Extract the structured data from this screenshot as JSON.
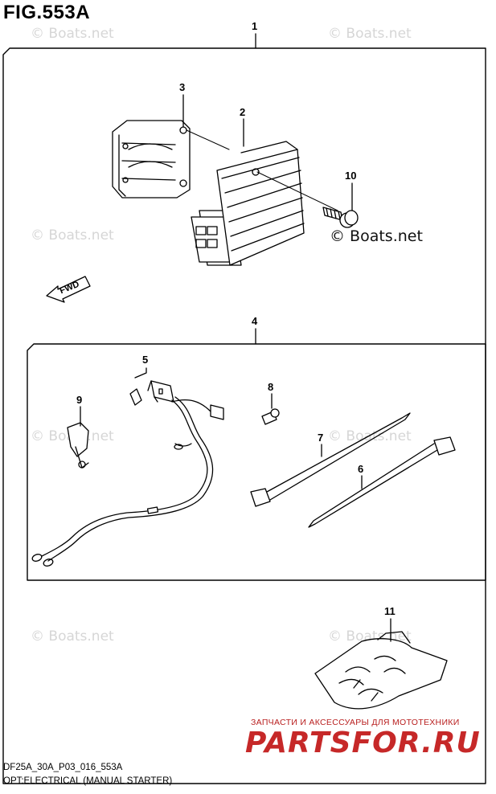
{
  "figure": {
    "title": "FIG.553A",
    "code": "DF25A_30A_P03_016_553A",
    "caption": "OPT:ELECTRICAL (MANUAL STARTER)"
  },
  "watermark": {
    "text": "© Boats.net"
  },
  "direction_label": "FWD",
  "callouts": {
    "c1": "1",
    "c2": "2",
    "c3": "3",
    "c4": "4",
    "c5": "5",
    "c6": "6",
    "c7": "7",
    "c8": "8",
    "c9": "9",
    "c10": "10",
    "c11": "11"
  },
  "stamp": {
    "subtitle": "ЗАПЧАСТИ И АКСЕССУАРЫ ДЛЯ МОТОТЕХНИКИ",
    "logo": "PARTSFOR.RU",
    "color": "#c62828"
  },
  "colors": {
    "line": "#000000",
    "watermark": "#d6d6d6"
  }
}
